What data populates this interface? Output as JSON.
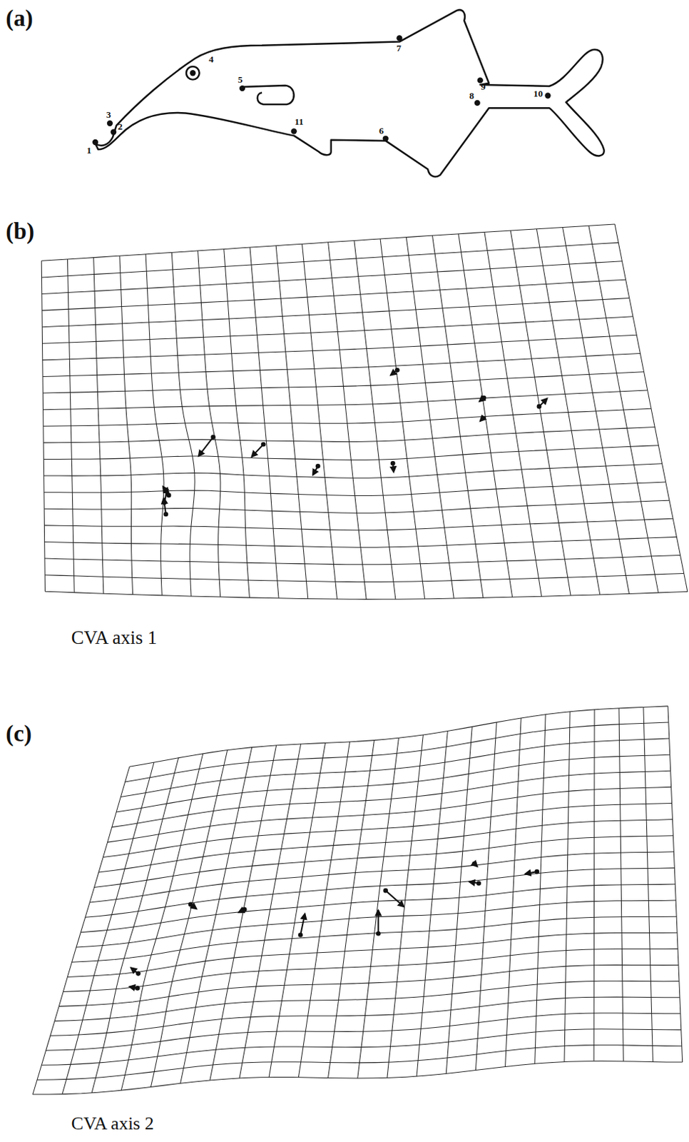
{
  "diagram": {
    "labels": [
      "(a)",
      "4",
      "7",
      "3",
      "2",
      "5",
      "1",
      "9",
      "10",
      "8",
      "11",
      "6",
      "(b)",
      "CVA axis 1",
      "(c)",
      "CVA axis 2"
    ]
  }
}
